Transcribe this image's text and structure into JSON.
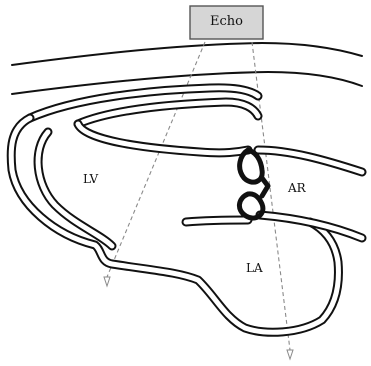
{
  "probe": {
    "label": "Echo"
  },
  "chambers": {
    "lv": "LV",
    "ar": "AR",
    "la": "LA"
  }
}
